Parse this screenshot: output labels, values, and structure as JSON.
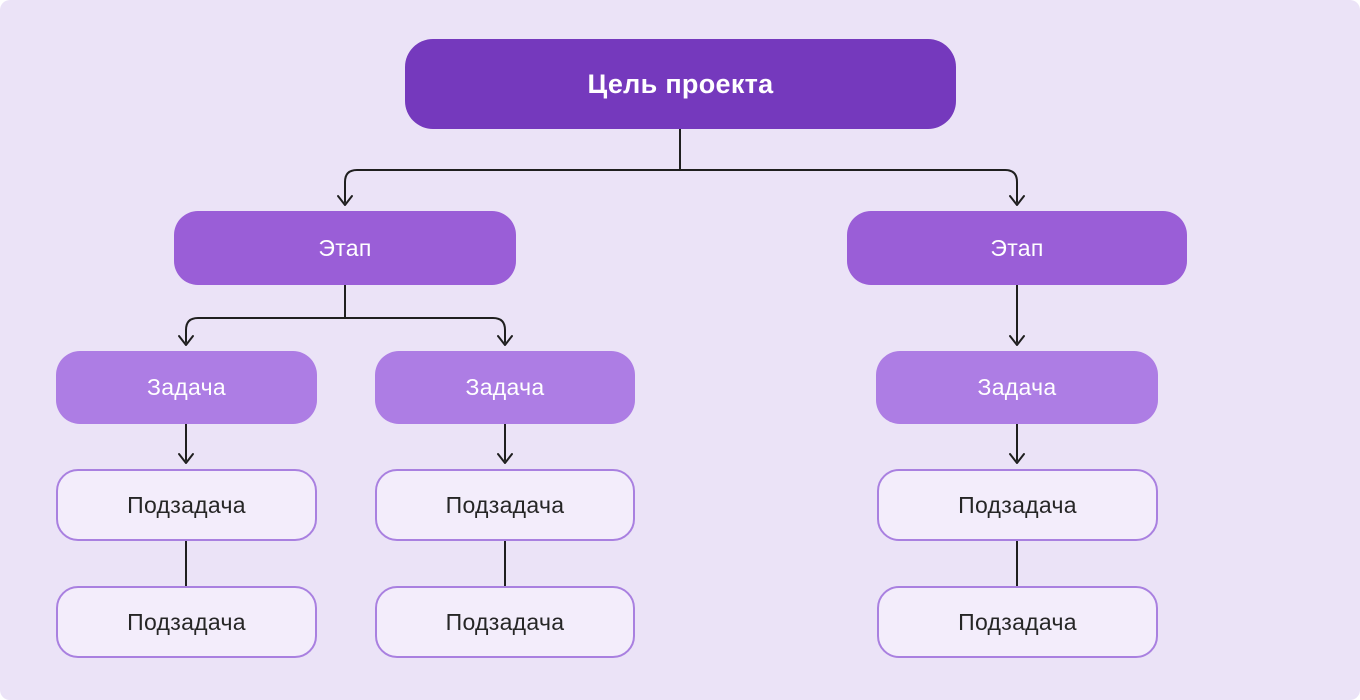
{
  "diagram": {
    "nodes": {
      "goal": {
        "label": "Цель проекта"
      },
      "stages": [
        {
          "label": "Этап"
        },
        {
          "label": "Этап"
        }
      ],
      "tasks": [
        {
          "label": "Задача"
        },
        {
          "label": "Задача"
        },
        {
          "label": "Задача"
        }
      ],
      "subtasks": [
        {
          "label": "Подзадача"
        },
        {
          "label": "Подзадача"
        },
        {
          "label": "Подзадача"
        },
        {
          "label": "Подзадача"
        },
        {
          "label": "Подзадача"
        },
        {
          "label": "Подзадача"
        }
      ]
    },
    "colors": {
      "background": "#EBE3F7",
      "goal_fill": "#7539BD",
      "stage_fill": "#9A5ED7",
      "task_fill": "#AD7DE4",
      "subtask_fill": "#F3EDFB",
      "subtask_border": "#A980E0",
      "connector": "#1F1F1F",
      "text_light": "#FFFFFF",
      "text_dark": "#262626"
    }
  }
}
